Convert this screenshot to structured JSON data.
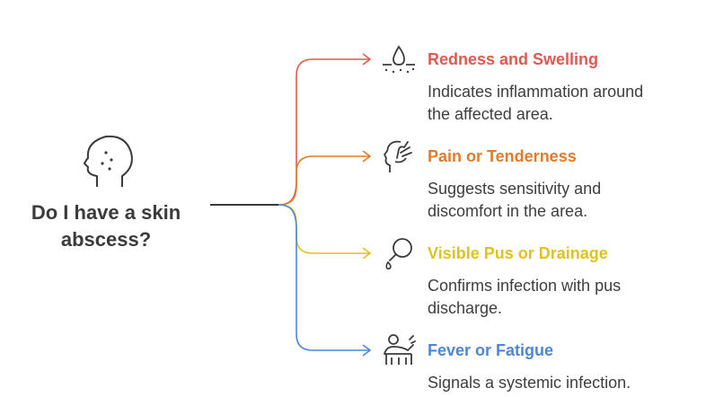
{
  "question": {
    "line1": "Do I have a skin",
    "line2": "abscess?"
  },
  "branches": [
    {
      "title": "Redness and Swelling",
      "desc_line1": "Indicates inflammation around",
      "desc_line2": "the affected area.",
      "color": "#de5a50",
      "icon": "inflamed-skin-icon"
    },
    {
      "title": "Pain or Tenderness",
      "desc_line1": "Suggests sensitivity and",
      "desc_line2": "discomfort in the area.",
      "color": "#e07c2a",
      "icon": "pain-head-icon"
    },
    {
      "title": "Visible Pus or Drainage",
      "desc_line1": "Confirms infection with pus",
      "desc_line2": "discharge.",
      "color": "#e0c21e",
      "icon": "dropper-icon"
    },
    {
      "title": "Fever or Fatigue",
      "desc_line1": "Signals a systemic infection.",
      "desc_line2": "",
      "color": "#4f86d6",
      "icon": "sick-person-icon"
    }
  ]
}
